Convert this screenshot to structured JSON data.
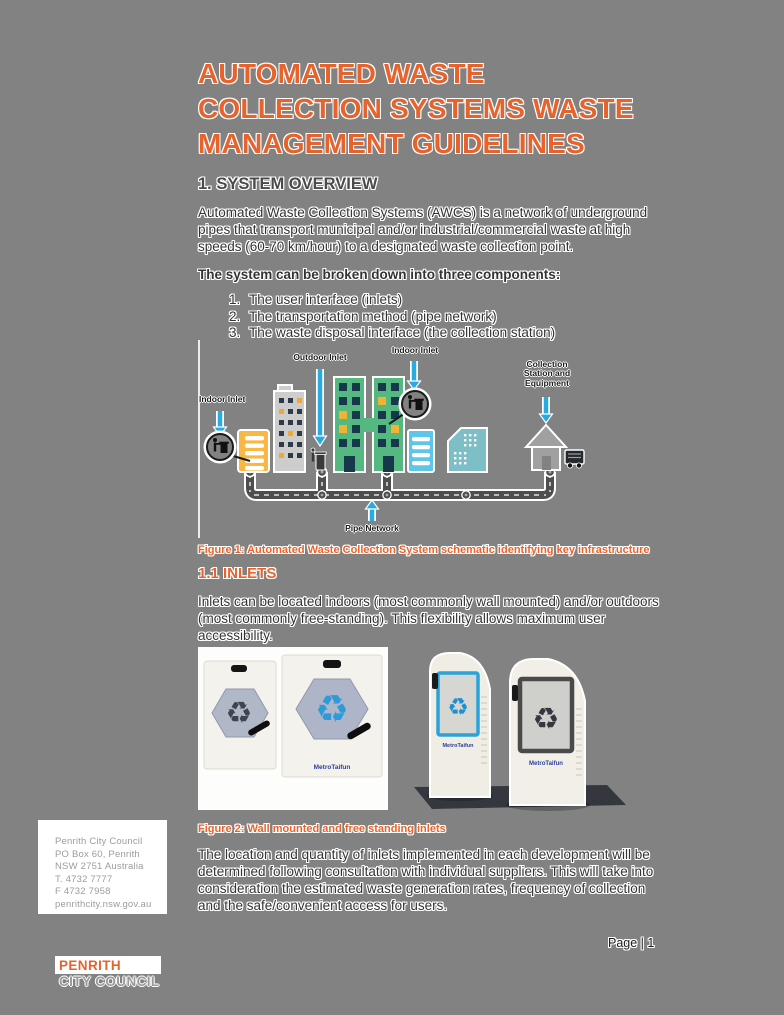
{
  "document": {
    "title": "AUTOMATED WASTE COLLECTION SYSTEMS WASTE MANAGEMENT GUIDELINES",
    "page_number": "Page | 1"
  },
  "section_overview": {
    "heading": "1. SYSTEM OVERVIEW",
    "intro": "Automated Waste Collection Systems (AWCS) is a network of underground pipes that transport municipal and/or industrial/commercial waste at high speeds (60-70 km/hour) to a designated waste collection point.",
    "components_lead": "The system can be broken down into three components:",
    "components": [
      "The user interface (inlets)",
      "The transportation method (pipe network)",
      "The waste disposal interface (the collection station)"
    ]
  },
  "figure1": {
    "caption": "Figure 1: Automated Waste Collection System schematic identifying key infrastructure",
    "label_indoor_inlet_left": "Indoor Inlet",
    "label_outdoor_inlet": "Outdoor Inlet",
    "label_indoor_inlet_right": "Indoor Inlet",
    "label_collection_station": "Collection Station and Equipment",
    "label_pipe_network": "Pipe Network"
  },
  "section_inlets": {
    "heading": "1.1 INLETS",
    "para_accessibility": "Inlets can be located indoors (most commonly wall mounted) and/or outdoors (most commonly free-standing). This flexibility allows maximum user accessibility.",
    "para_location": "The location and quantity of inlets implemented in each development will be determined following consultation with individual suppliers. This will take into consideration the estimated waste generation rates, frequency of collection and the safe/convenient access for users."
  },
  "figure2": {
    "caption": "Figure 2: Wall mounted and free standing inlets",
    "brand": "MetroTaifun"
  },
  "footer": {
    "contact_lines": [
      "Penrith City Council",
      "PO Box 60, Penrith",
      "NSW 2751 Australia",
      "T. 4732 7777",
      "F 4732 7958",
      "penrithcity.nsw.gov.au"
    ],
    "logo_line1": "PENRITH",
    "logo_line2": "CITY COUNCIL"
  },
  "colors": {
    "page_background": "#828282",
    "accent_orange": "#E8632C",
    "arrow_blue": "#29ABE2"
  }
}
